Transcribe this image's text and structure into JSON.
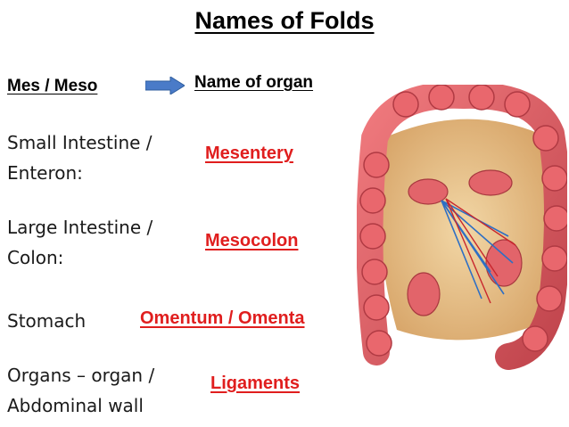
{
  "title": "Names of Folds",
  "header": {
    "left": "Mes / Meso",
    "right": "Name of organ"
  },
  "rows": [
    {
      "label": "Small Intestine /\nEnteron:",
      "term": "Mesentery"
    },
    {
      "label": "Large Intestine /\nColon:",
      "term": "Mesocolon"
    },
    {
      "label": "Stomach",
      "term": "Omentum / Omenta"
    },
    {
      "label": "Organs – organ /\nAbdominal wall",
      "term": "Ligaments"
    }
  ],
  "colors": {
    "term": "#e01e1e",
    "arrow": "#4a7bc8",
    "intestine": "#d9585e",
    "mesentery": "#e8c68e"
  },
  "illustration": "intestines-illustration"
}
